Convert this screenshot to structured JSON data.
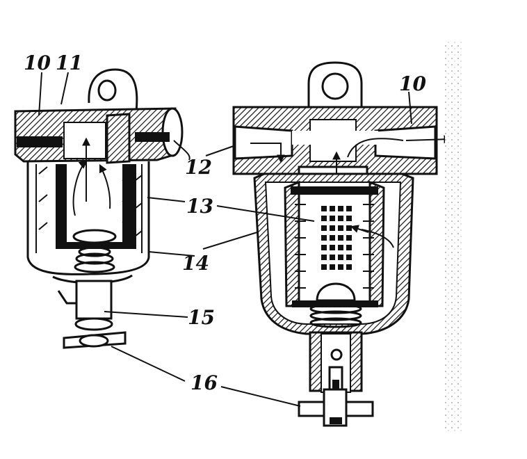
{
  "labels": {
    "l10a": "10",
    "l11": "11",
    "l12": "12",
    "l13": "13",
    "l14": "14",
    "l15": "15",
    "l16": "16",
    "l10b": "10"
  }
}
